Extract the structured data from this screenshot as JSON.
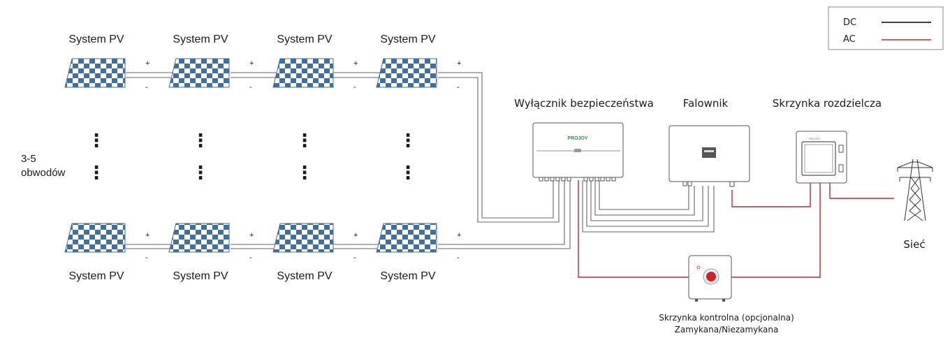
{
  "legend": {
    "dc_label": "DC",
    "ac_label": "AC",
    "dc_color": "#000000",
    "ac_color": "#c8232c"
  },
  "pv_array": {
    "panel_label": "System PV",
    "plus_sign": "+",
    "minus_sign": "-",
    "panel_colors": {
      "blue": "#3f6fa0",
      "white": "#ffffff"
    },
    "circuits_label_line1": "3-5",
    "circuits_label_line2": "obwodów",
    "ellipsis_glyph": "⋮"
  },
  "devices": {
    "safety_switch": {
      "title": "Wyłącznik bezpieczeństwa",
      "brand": "PROJOY",
      "brand_color": "#2e9a3c"
    },
    "inverter": {
      "title": "Falownik"
    },
    "distribution_box": {
      "title": "Skrzynka rozdzielcza",
      "brand": "PROJOY"
    },
    "control_box": {
      "title_line1": "Skrzynka kontrolna (opcjonalna)",
      "title_line2": "Zamykana/Niezamykana",
      "button_color": "#d42028"
    },
    "grid": {
      "title": "Sieć"
    }
  }
}
